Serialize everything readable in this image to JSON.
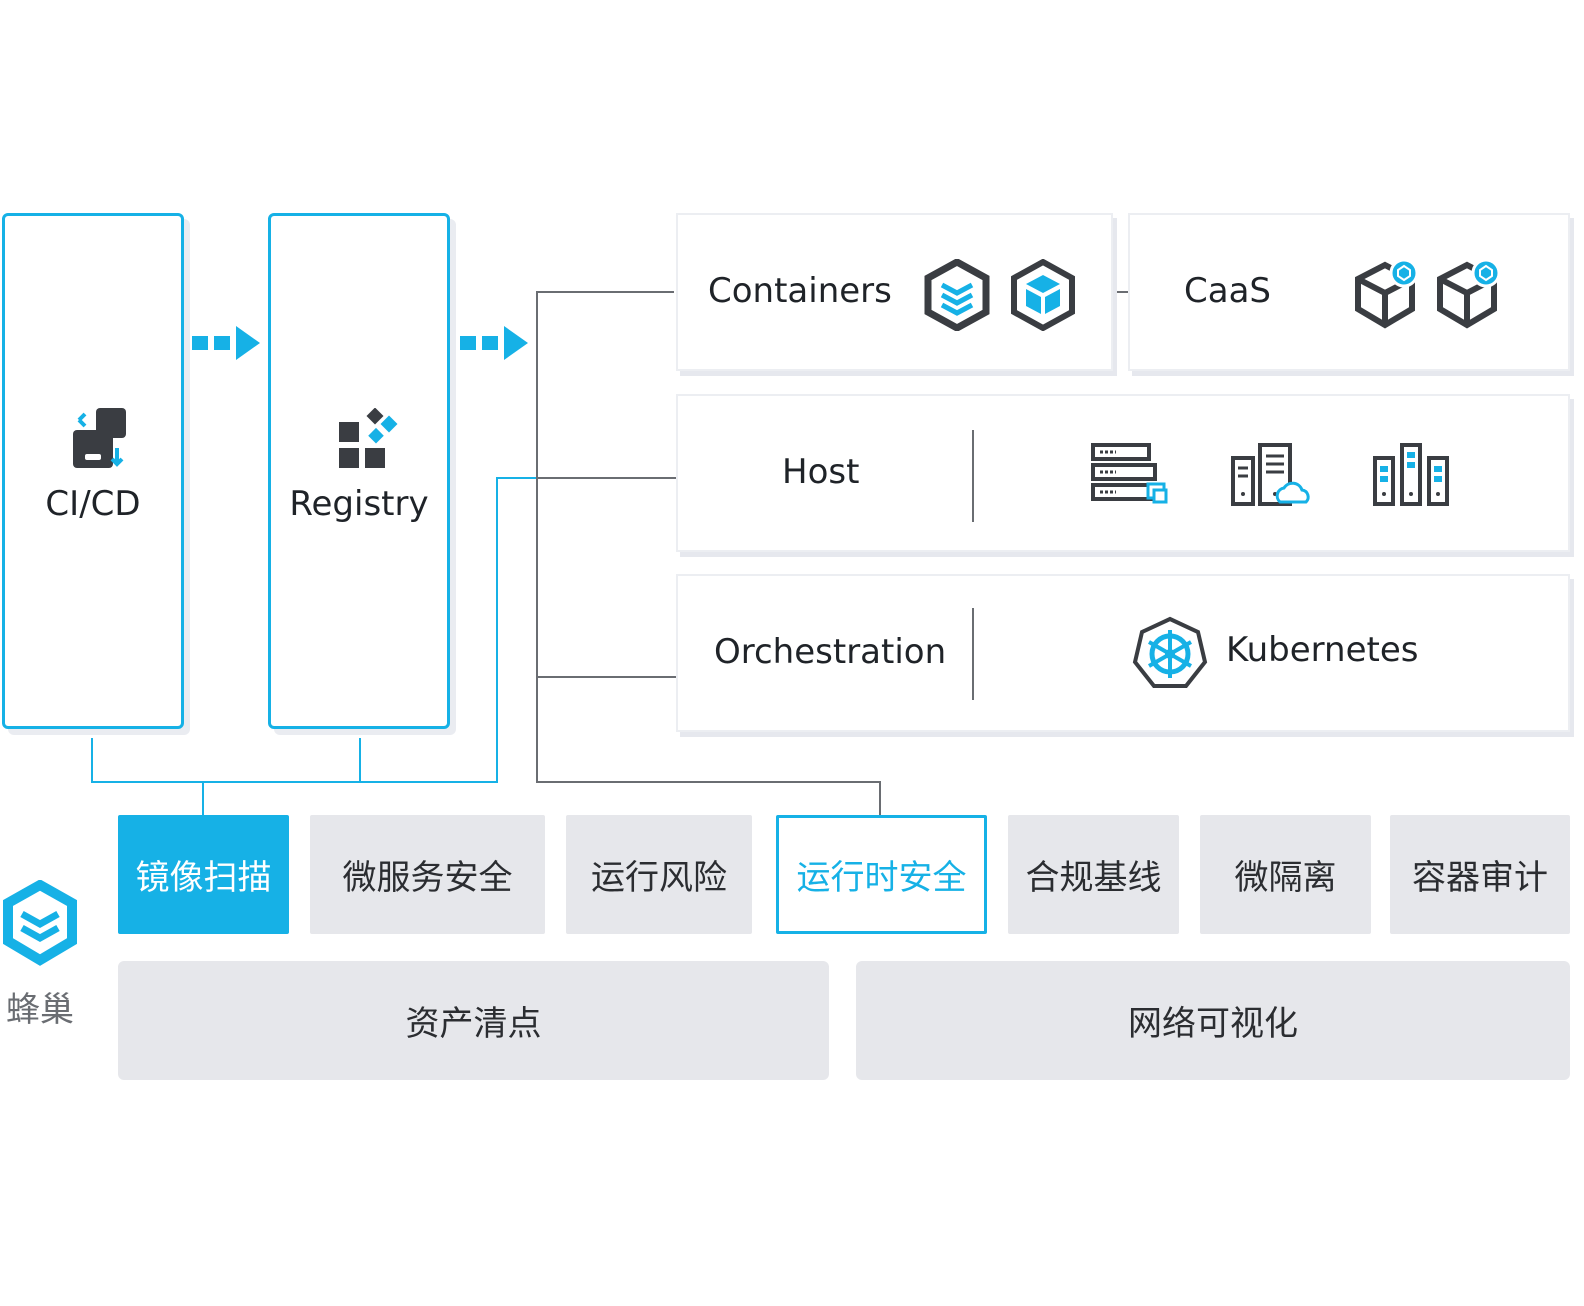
{
  "colors": {
    "accent": "#16b1e6",
    "tile": "#e6e7eb",
    "line": "#6a6d72",
    "icon_dark": "#3a3d42"
  },
  "pipeline": [
    {
      "label": "CI/CD",
      "icon": "cicd-icon"
    },
    {
      "label": "Registry",
      "icon": "registry-icon"
    }
  ],
  "targets": {
    "containers": {
      "label": "Containers",
      "icons": [
        "layers-hex-icon",
        "cube-icon"
      ]
    },
    "caas": {
      "label": "CaaS",
      "icons": [
        "cube-badge-icon",
        "cube-badge-icon"
      ]
    },
    "host": {
      "label": "Host",
      "icons": [
        "server-rack-icon",
        "server-cloud-icon",
        "server-cluster-icon"
      ]
    },
    "orchestration": {
      "label": "Orchestration",
      "tool_label": "Kubernetes",
      "icon": "kubernetes-icon"
    }
  },
  "features": [
    {
      "label": "镜像扫描",
      "state": "active"
    },
    {
      "label": "微服务安全",
      "state": "normal"
    },
    {
      "label": "运行风险",
      "state": "normal"
    },
    {
      "label": "运行时安全",
      "state": "outlined"
    },
    {
      "label": "合规基线",
      "state": "normal"
    },
    {
      "label": "微隔离",
      "state": "normal"
    },
    {
      "label": "容器审计",
      "state": "normal"
    }
  ],
  "base_features": [
    {
      "label": "资产清点"
    },
    {
      "label": "网络可视化"
    }
  ],
  "brand": {
    "name": "蜂巢",
    "icon": "fengchao-logo-icon"
  }
}
